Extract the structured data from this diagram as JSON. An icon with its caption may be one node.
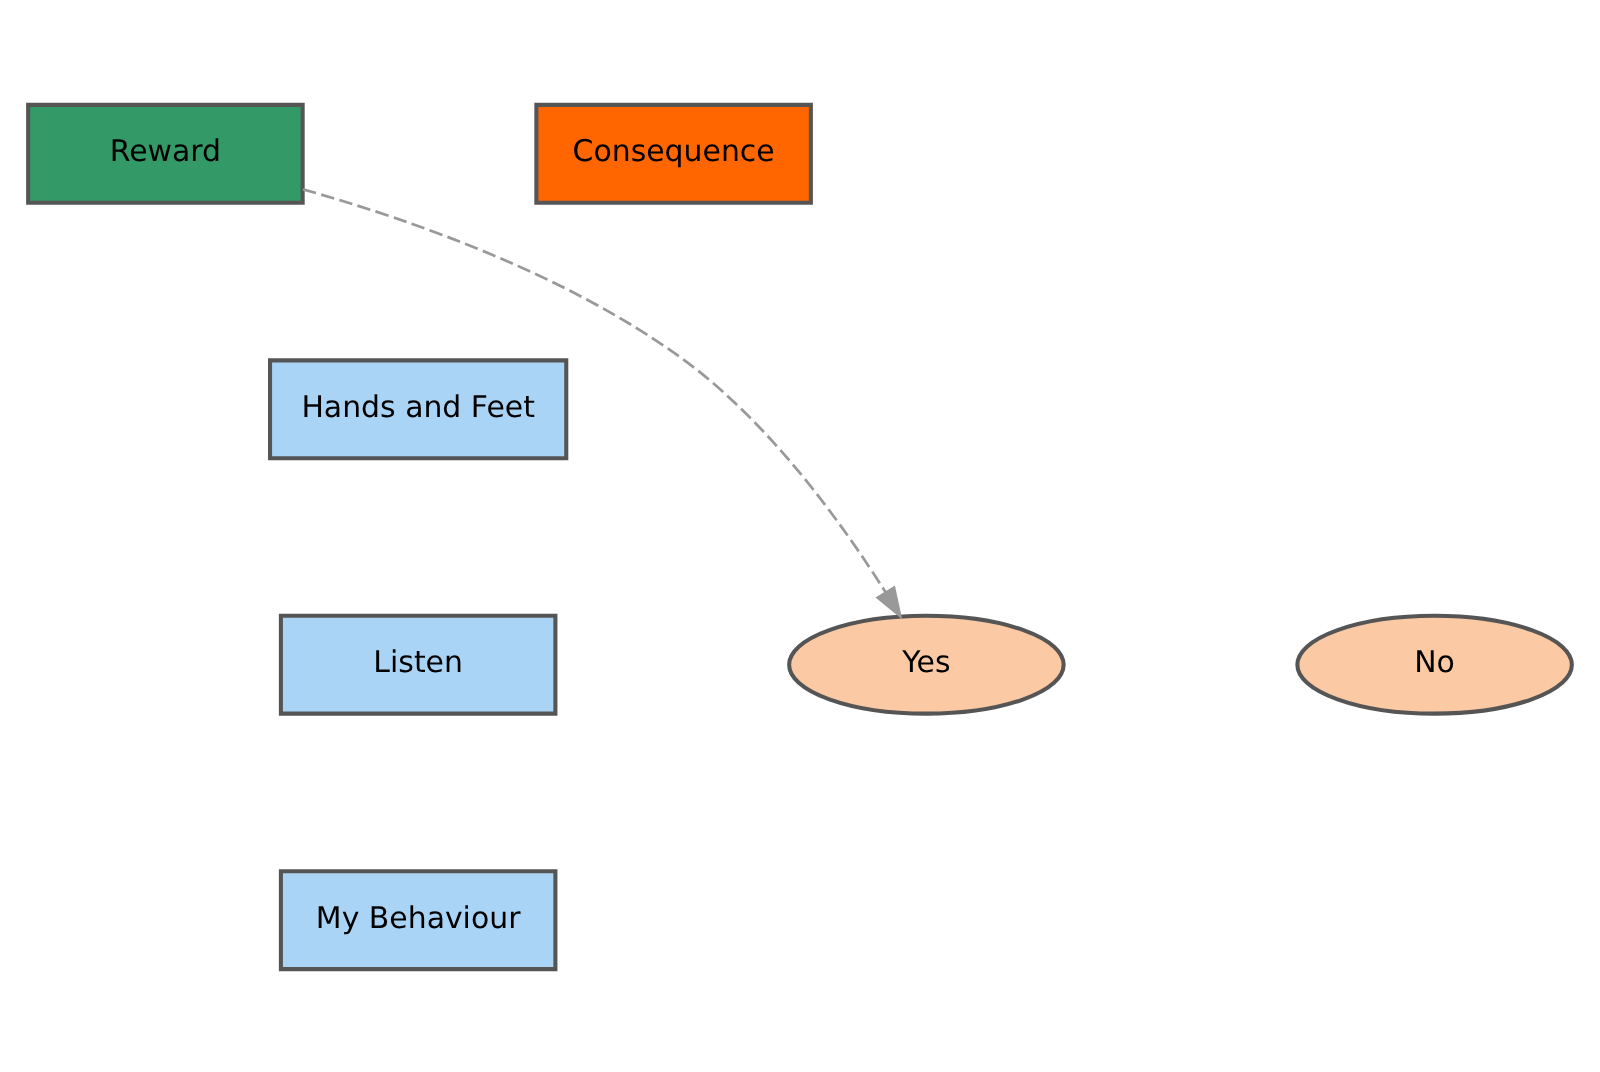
{
  "diagram": {
    "nodes": [
      {
        "text": [
          "Reward"
        ]
      },
      {
        "text": [
          "Consequence"
        ]
      },
      {
        "text": [
          "Hands and Feet"
        ]
      },
      {
        "text": [
          "Yes"
        ]
      },
      {
        "text": [
          "Listen"
        ]
      },
      {
        "text": [
          "No"
        ]
      },
      {
        "text": [
          "My Behaviour"
        ]
      }
    ],
    "edges": [
      {
        "from": 0,
        "to": 3,
        "arrow": "to",
        "style": "dashed",
        "color": "#999999"
      }
    ]
  }
}
